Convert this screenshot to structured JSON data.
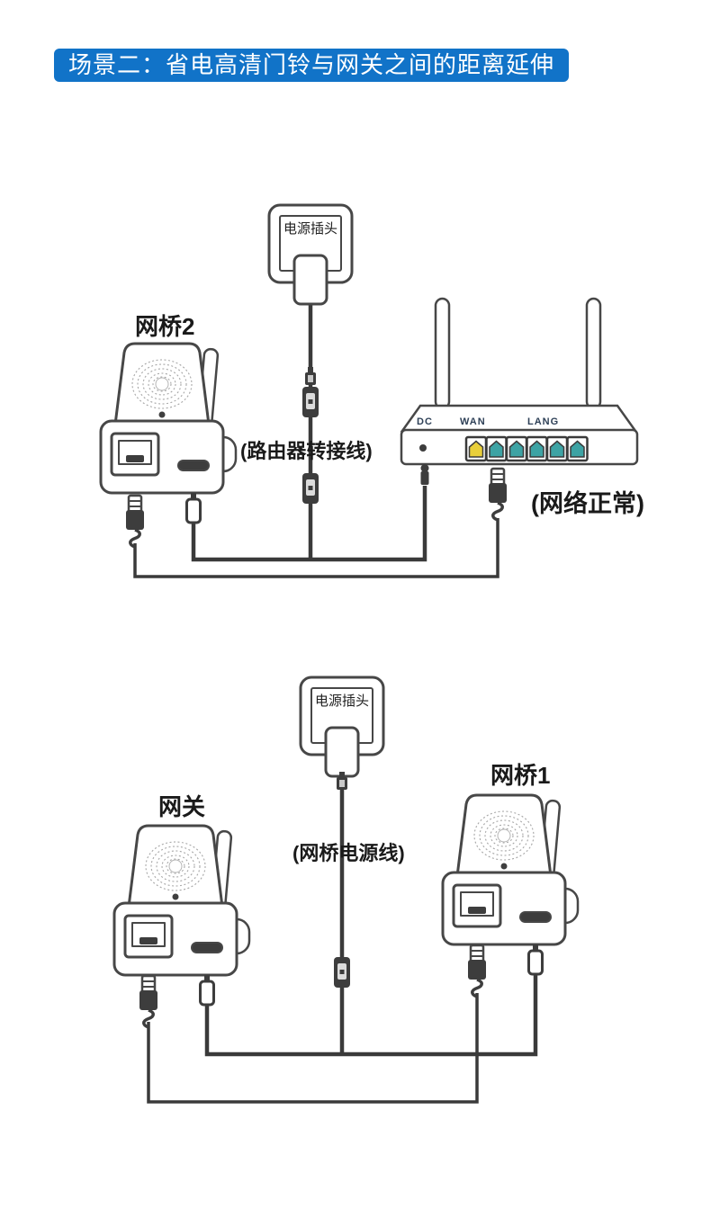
{
  "header": {
    "title": "场景二：省电高清门铃与网关之间的距离延伸",
    "bg_color": "#1173c8",
    "text_color": "#ffffff"
  },
  "top_diagram": {
    "outlet_label": "电源插头",
    "bridge2_label": "网桥2",
    "adapter_cable_label": "(路由器转接线)",
    "network_status_label": "(网络正常)",
    "router": {
      "dc_label": "DC",
      "wan_label": "WAN",
      "lan_label": "LANG",
      "wan_port_color": "#e9cf3a",
      "lan_port_color": "#3da3a4"
    }
  },
  "bottom_diagram": {
    "outlet_label": "电源插头",
    "power_cable_label": "(网桥电源线)",
    "gateway_label": "网关",
    "bridge1_label": "网桥1"
  }
}
